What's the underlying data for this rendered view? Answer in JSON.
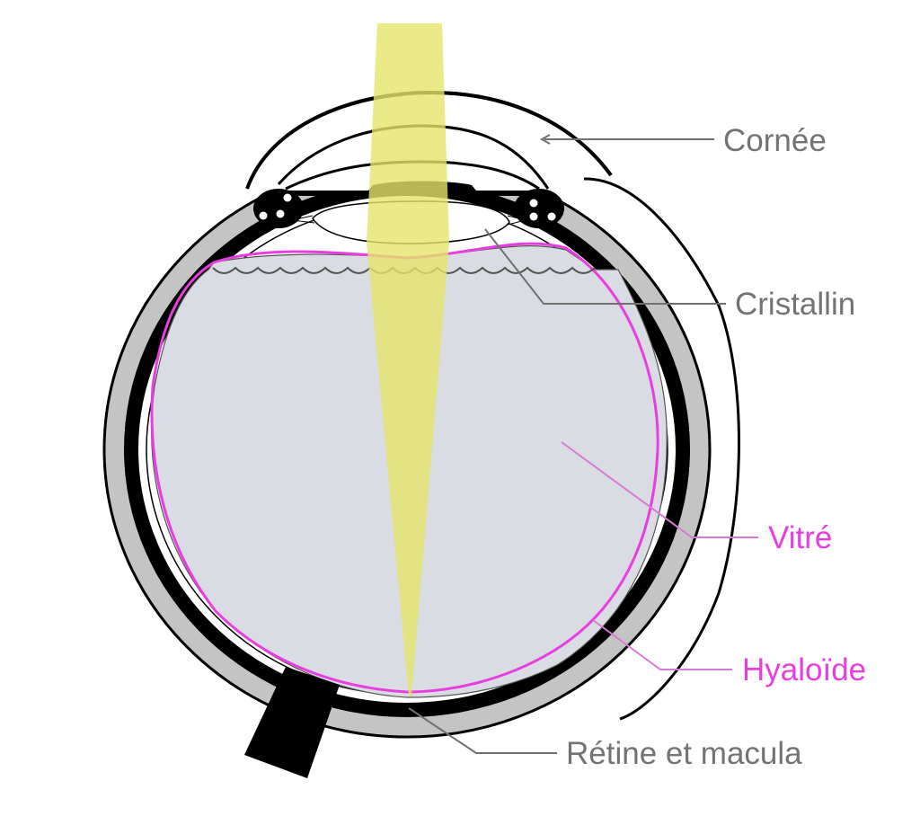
{
  "title": "Eye cross-section",
  "labels": {
    "cornea": "Cornée",
    "lens": "Cristallin",
    "vitreous": "Vitré",
    "hyaloid": "Hyaloïde",
    "retina": "Rétine et macula"
  },
  "colors": {
    "label_gray": "#737373",
    "label_magenta": "#e83ee0",
    "light_beam": "#e5e56a",
    "vitreous_fill": "#d9dde3",
    "sclera_gray": "#c4c4c4"
  }
}
